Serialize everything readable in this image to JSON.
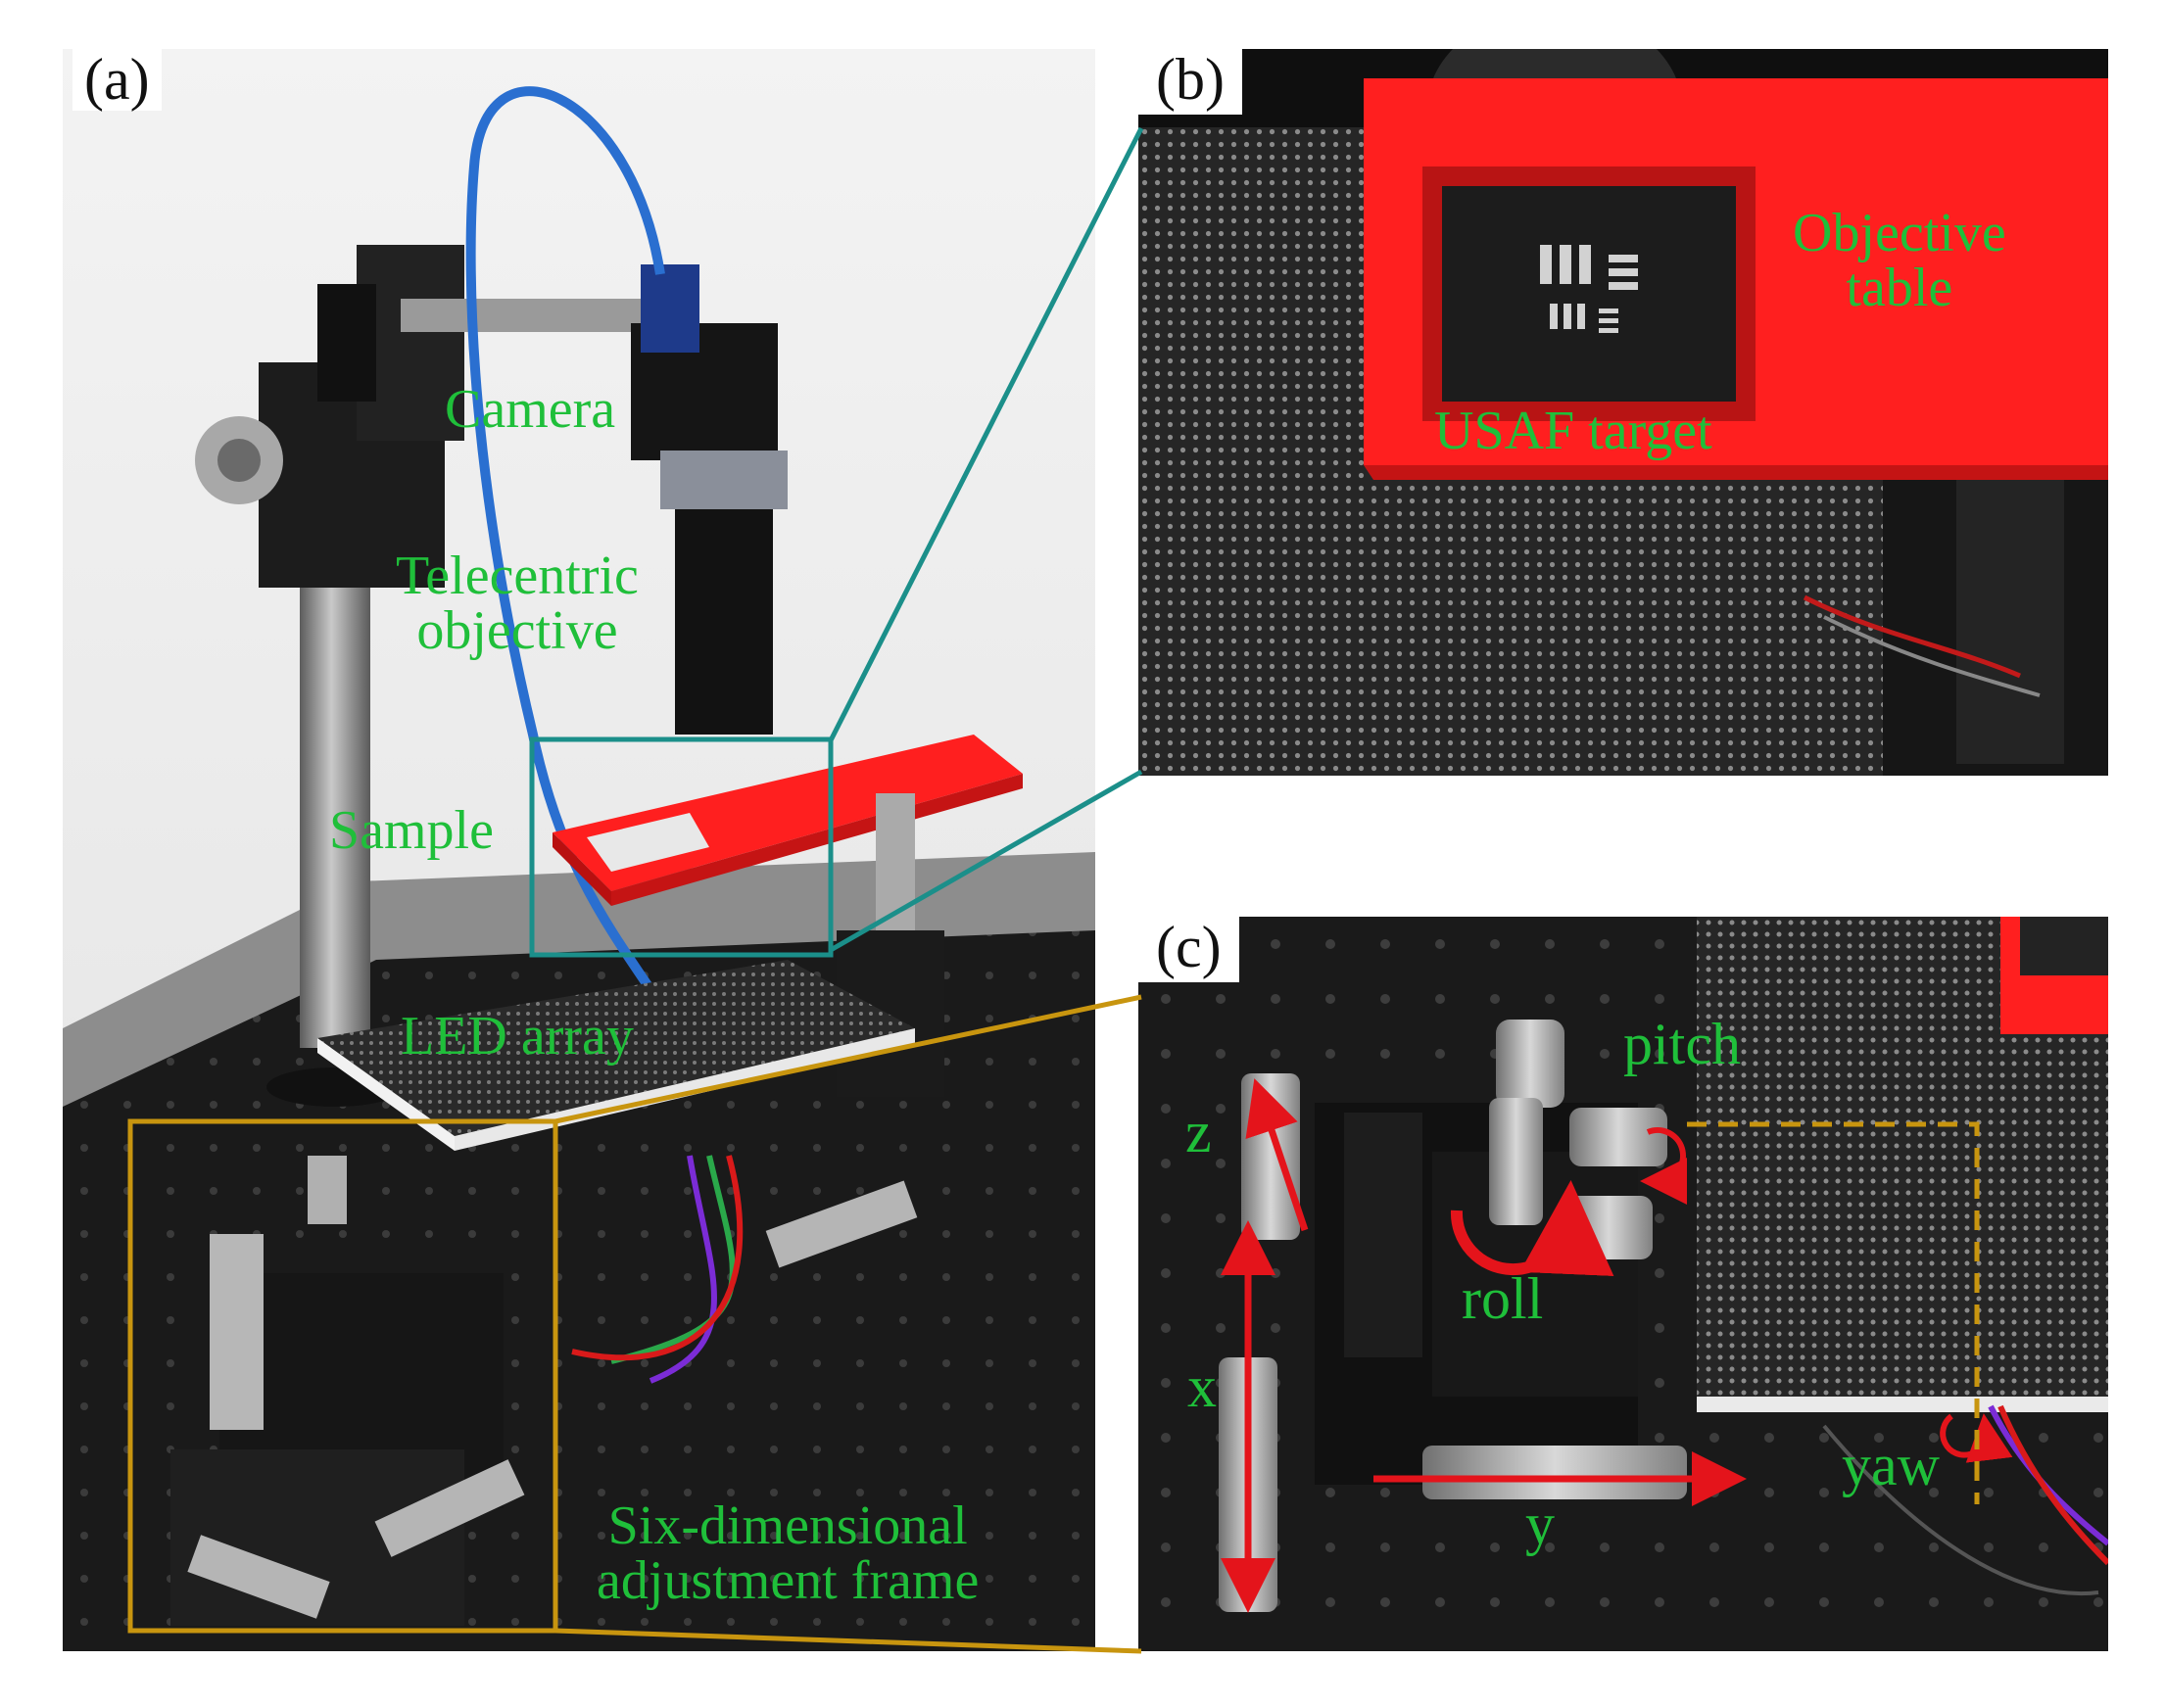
{
  "panels": {
    "a": {
      "letter": "(a)"
    },
    "b": {
      "letter": "(b)"
    },
    "c": {
      "letter": "(c)"
    }
  },
  "labels_a": {
    "camera": "Camera",
    "telecentric_line1": "Telecentric",
    "telecentric_line2": "objective",
    "sample": "Sample",
    "led_array": "LED array",
    "six_line1": "Six-dimensional",
    "six_line2": "adjustment frame"
  },
  "labels_b": {
    "objective_line1": "Objective",
    "objective_line2": "table",
    "usaf": "USAF target"
  },
  "labels_c": {
    "z": "z",
    "x": "x",
    "y": "y",
    "pitch": "pitch",
    "roll": "roll",
    "yaw": "yaw"
  },
  "colors": {
    "label_green": "#1fbf3a",
    "arrow_red": "#e4141b",
    "teal_box": "#1b8f8a",
    "gold_box": "#c8950f",
    "stage_red": "#ff1f1f"
  }
}
